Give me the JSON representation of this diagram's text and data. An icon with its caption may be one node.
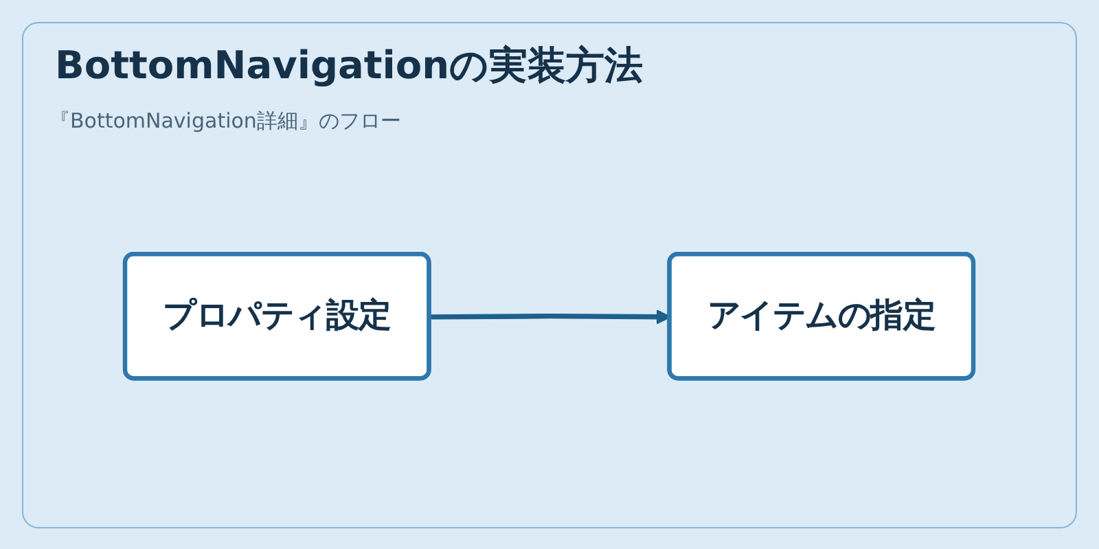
{
  "diagram": {
    "title": "BottomNavigationの実装方法",
    "nodes": [
      {
        "text": [
          "プロパティ設定"
        ]
      },
      {
        "text": [
          "アイテムの指定"
        ]
      }
    ],
    "edges": [
      {
        "from": 0,
        "to": 1,
        "arrow": "to"
      }
    ],
    "labels": [
      "『BottomNavigation詳細』のフロー"
    ]
  }
}
